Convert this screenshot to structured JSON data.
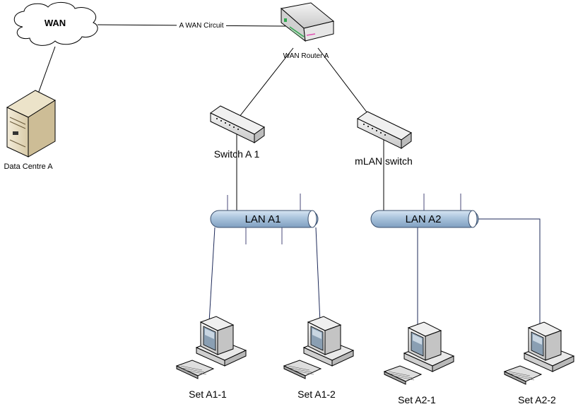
{
  "wan_cloud": {
    "label": "WAN"
  },
  "wan_circuit": {
    "label": "A WAN Circuit"
  },
  "router": {
    "label": "WAN Router A"
  },
  "datacentre": {
    "label": "Data Centre A"
  },
  "switches": [
    {
      "label": "Switch A 1"
    },
    {
      "label": "mLAN switch"
    }
  ],
  "lans": [
    {
      "label": "LAN A1"
    },
    {
      "label": "LAN A2"
    }
  ],
  "computers": [
    {
      "label": "Set A1-1"
    },
    {
      "label": "Set A1-2"
    },
    {
      "label": "Set A2-1"
    },
    {
      "label": "Set A2-2"
    }
  ],
  "colors": {
    "bus": "#a9c3dc",
    "bus_edge": "#3a4f6e",
    "device_fill": "#dcdcdc",
    "router_green": "#2fa84f",
    "router_pink": "#e04fb0"
  }
}
